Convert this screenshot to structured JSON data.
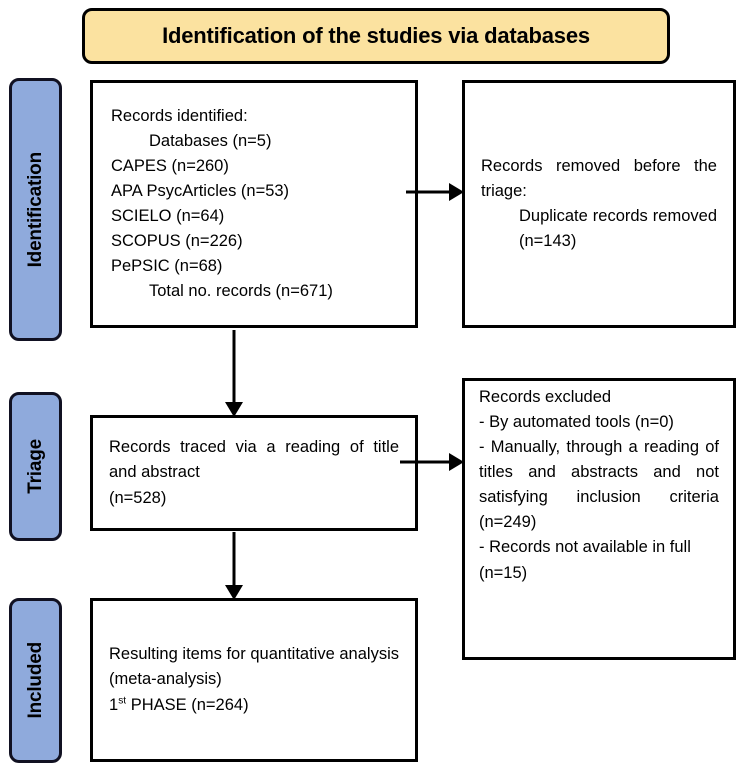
{
  "colors": {
    "banner_fill": "#FBE2A0",
    "stage_fill": "#8FAADC",
    "border": "#000000",
    "background": "#FFFFFF"
  },
  "banner": {
    "title": "Identification of the studies via databases"
  },
  "stages": [
    {
      "id": "identification",
      "label": "Identification"
    },
    {
      "id": "triage",
      "label": "Triage"
    },
    {
      "id": "included",
      "label": "Included"
    }
  ],
  "boxes": {
    "identified": {
      "heading": "Records identified:",
      "databases_line": "Databases (n=5)",
      "sources": [
        {
          "name": "CAPES",
          "count": "n=260",
          "line": "CAPES (n=260)"
        },
        {
          "name": "APA PsycArticles",
          "count": "n=53",
          "line": "APA PsycArticles (n=53)"
        },
        {
          "name": "SCIELO",
          "count": "n=64",
          "line": "SCIELO (n=64)"
        },
        {
          "name": "SCOPUS",
          "count": "n=226",
          "line": "SCOPUS (n=226)"
        },
        {
          "name": "PePSIC",
          "count": "n=68",
          "line": "PePSIC (n=68)"
        }
      ],
      "total_line": "Total no. records (n=671)"
    },
    "removed": {
      "heading": "Records removed before the triage:",
      "detail": "Duplicate records removed (n=143)"
    },
    "traced": {
      "text": "Records traced via a reading of title and abstract",
      "count_line": "(n=528)"
    },
    "excluded": {
      "heading": "Records excluded",
      "items": [
        "-  By automated tools (n=0)",
        "-  Manually, through a reading of titles and abstracts and not satisfying inclusion criteria (n=249)",
        "- Records not available in full (n=15)"
      ]
    },
    "included": {
      "text": "Resulting items for quantitative analysis (meta-analysis)",
      "phase_prefix": "1",
      "phase_sup": "st",
      "phase_suffix": " PHASE (n=264)"
    }
  },
  "arrows": [
    {
      "id": "identified-to-removed",
      "direction": "right"
    },
    {
      "id": "traced-to-excluded",
      "direction": "right"
    },
    {
      "id": "identified-to-traced",
      "direction": "down"
    },
    {
      "id": "traced-to-included",
      "direction": "down"
    }
  ]
}
